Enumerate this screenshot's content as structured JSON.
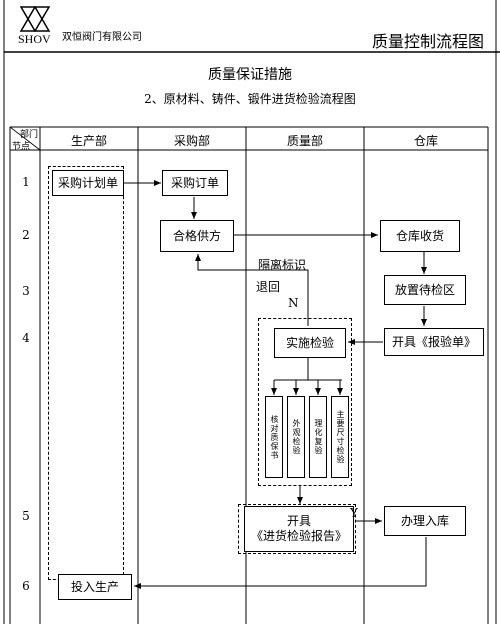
{
  "header": {
    "logo_text": "SHOV",
    "company": "双恒阀门有限公司",
    "doc_title": "质量控制流程图"
  },
  "titles": {
    "main": "质量保证措施",
    "sub": "2、原材料、铸件、锻件进货检验流程图"
  },
  "table": {
    "corner_top": "部门",
    "corner_bottom": "节点",
    "columns": [
      "生产部",
      "采购部",
      "质量部",
      "仓库"
    ],
    "nodes": [
      "1",
      "2",
      "3",
      "4",
      "5",
      "6"
    ]
  },
  "flow": {
    "purchase_plan": "采购计划单",
    "purchase_order": "采购订单",
    "qualified_supplier": "合格供方",
    "warehouse_receive": "仓库收货",
    "place_pending": "放置待检区",
    "issue_inspection_request": "开具《报验单》",
    "implement_inspection": "实施检验",
    "check_items": [
      "核对质保书",
      "外观检验",
      "理化复验",
      "主要尺寸检验"
    ],
    "issue_report_line1": "开具",
    "issue_report_line2": "《进货检验报告》",
    "store_in": "办理入库",
    "put_into_production": "投入生产",
    "isolate_label": "隔离标识",
    "return_label": "退回",
    "no_label": "N",
    "yes_label": "Y"
  }
}
